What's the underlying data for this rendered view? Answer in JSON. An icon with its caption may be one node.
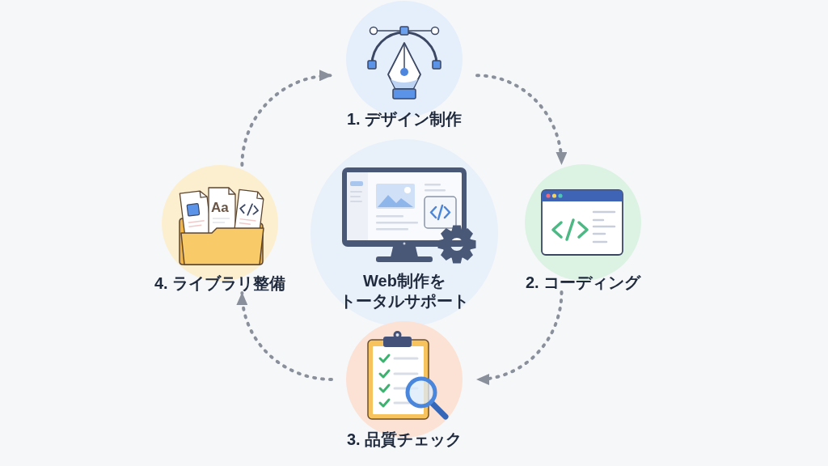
{
  "diagram": {
    "nodes": [
      {
        "text": [
          "Web制作をトータルサポート"
        ]
      },
      {
        "text": [
          "1. デザイン制作"
        ]
      },
      {
        "text": [
          "2. コーディング"
        ]
      },
      {
        "text": [
          "3. 品質チェック"
        ]
      },
      {
        "text": [
          "4. ライブラリ整備"
        ]
      }
    ],
    "edges": [
      {
        "from": 1,
        "to": 2,
        "arrow": "to",
        "style": "dashed"
      },
      {
        "from": 2,
        "to": 3,
        "arrow": "to",
        "style": "dashed"
      },
      {
        "from": 3,
        "to": 4,
        "arrow": "to",
        "style": "dashed"
      },
      {
        "from": 4,
        "to": 1,
        "arrow": "to",
        "style": "dashed"
      }
    ],
    "labels": [
      "Aa"
    ]
  }
}
